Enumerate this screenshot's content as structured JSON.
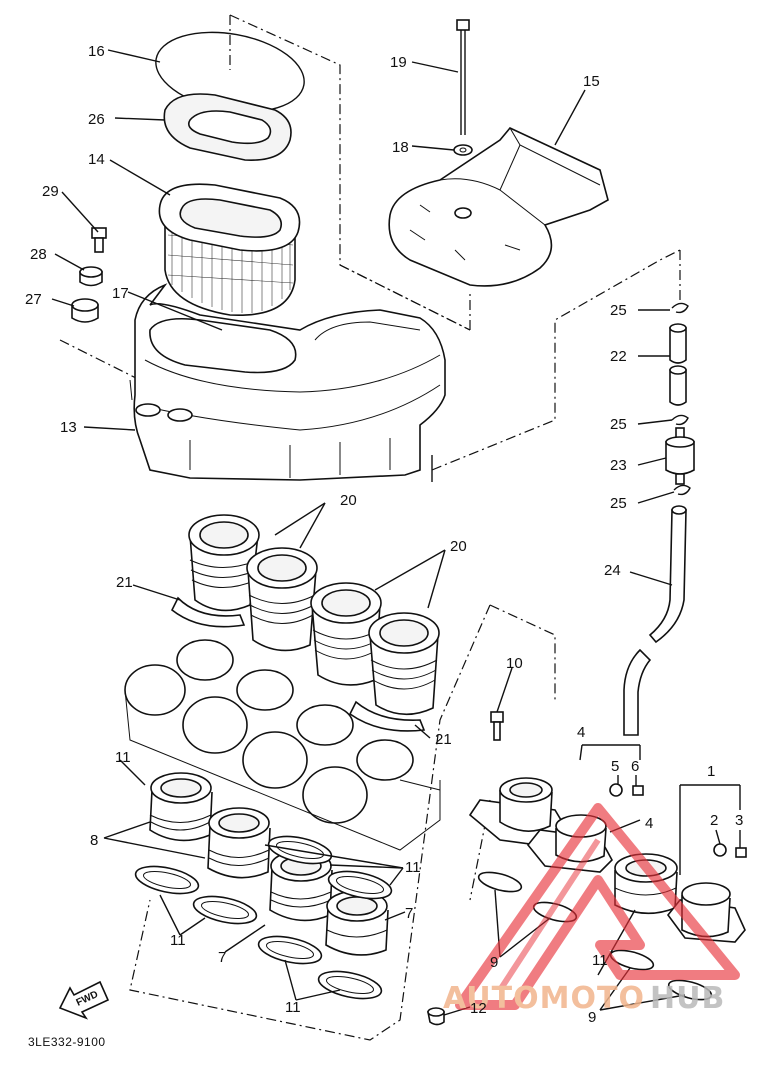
{
  "diagram": {
    "reference_code": "3LE332-9100",
    "fwd_label": "FWD",
    "watermark": {
      "part1": "AUTOMOTO",
      "part2": "HUB",
      "color_part1": "#f2b58c",
      "color_part2": "#b9b9b9",
      "triangle_color": "#e8313a"
    },
    "callouts": {
      "c1": "1",
      "c2": "2",
      "c3": "3",
      "c4a": "4",
      "c4b": "4",
      "c5": "5",
      "c6": "6",
      "c7a": "7",
      "c7b": "7",
      "c8": "8",
      "c9a": "9",
      "c9b": "9",
      "c10": "10",
      "c11a": "11",
      "c11b": "11",
      "c11c": "11",
      "c11d": "11",
      "c11e": "11",
      "c12": "12",
      "c13": "13",
      "c14": "14",
      "c15": "15",
      "c16": "16",
      "c17": "17",
      "c18": "18",
      "c19": "19",
      "c20a": "20",
      "c20b": "20",
      "c21a": "21",
      "c21b": "21",
      "c22": "22",
      "c23": "23",
      "c24": "24",
      "c25a": "25",
      "c25b": "25",
      "c25c": "25",
      "c26": "26",
      "c27": "27",
      "c28": "28",
      "c29": "29"
    }
  }
}
